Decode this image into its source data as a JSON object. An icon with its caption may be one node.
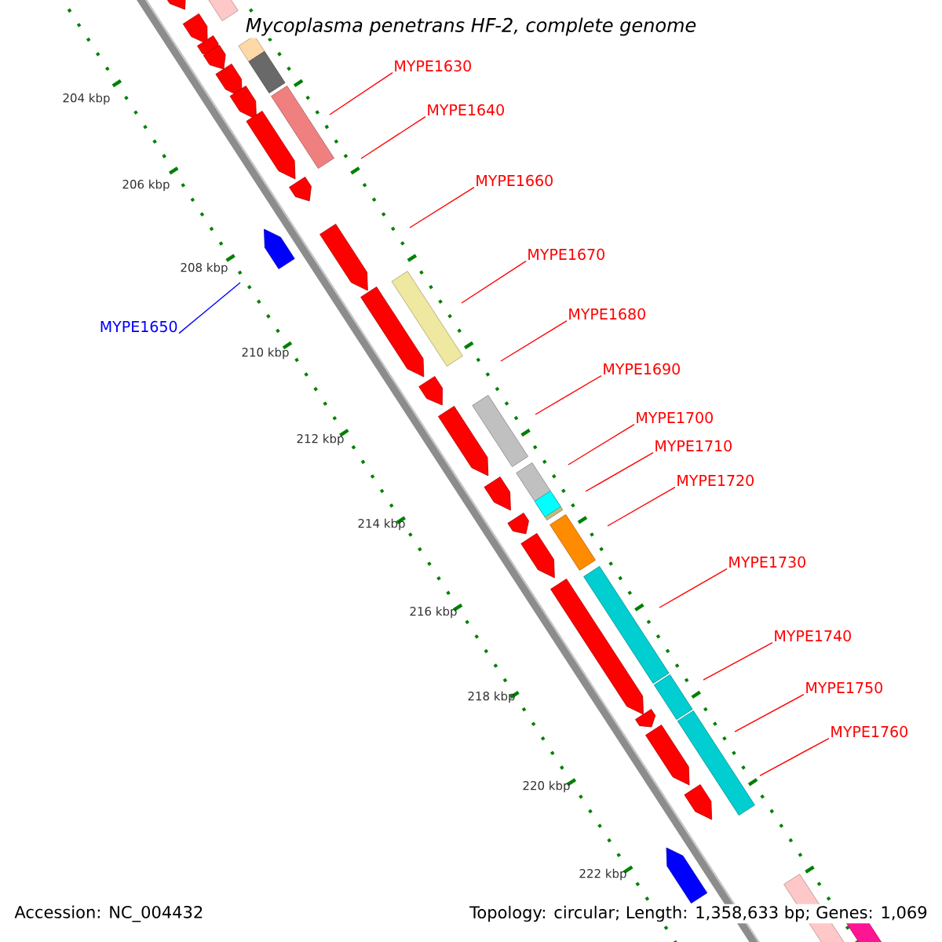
{
  "diagram": {
    "title": "Mycoplasma penetrans HF-2, complete genome",
    "nodes": [
      {
        "text": [
          "MYPE1630"
        ]
      },
      {
        "text": [
          "MYPE1640"
        ]
      },
      {
        "text": [
          "MYPE1660"
        ]
      },
      {
        "text": [
          "MYPE1670"
        ]
      },
      {
        "text": [
          "MYPE1680"
        ]
      },
      {
        "text": [
          "MYPE1650"
        ]
      },
      {
        "text": [
          "MYPE1690"
        ]
      },
      {
        "text": [
          "MYPE1700"
        ]
      },
      {
        "text": [
          "MYPE1710"
        ]
      },
      {
        "text": [
          "MYPE1720"
        ]
      },
      {
        "text": [
          "MYPE1730"
        ]
      },
      {
        "text": [
          "MYPE1740"
        ]
      },
      {
        "text": [
          "MYPE1750"
        ]
      },
      {
        "text": [
          "MYPE1760"
        ]
      }
    ],
    "edges": [
      {
        "from": 0,
        "to": null,
        "arrow": "none"
      },
      {
        "from": 1,
        "to": null,
        "arrow": "none"
      },
      {
        "from": 2,
        "to": null,
        "arrow": "none"
      },
      {
        "from": 3,
        "to": null,
        "arrow": "none"
      },
      {
        "from": 4,
        "to": null,
        "arrow": "none"
      },
      {
        "from": 5,
        "to": null,
        "arrow": "none",
        "color": "#0000ff"
      },
      {
        "from": 6,
        "to": null,
        "arrow": "none"
      },
      {
        "from": 7,
        "to": null,
        "arrow": "none"
      },
      {
        "from": 8,
        "to": null,
        "arrow": "none"
      },
      {
        "from": 9,
        "to": null,
        "arrow": "none"
      },
      {
        "from": 10,
        "to": null,
        "arrow": "none"
      },
      {
        "from": 11,
        "to": null,
        "arrow": "none"
      },
      {
        "from": 12,
        "to": null,
        "arrow": "none"
      },
      {
        "from": 13,
        "to": null,
        "arrow": "none"
      }
    ],
    "labels": [
      "204 kbp",
      "206 kbp",
      "208 kbp",
      "210 kbp",
      "212 kbp",
      "214 kbp",
      "216 kbp",
      "218 kbp",
      "220 kbp",
      "222 kbp",
      "Accession: NC_004432",
      "Topology: circular; Length: 1,358,633 bp; Genes: 1,069"
    ]
  }
}
